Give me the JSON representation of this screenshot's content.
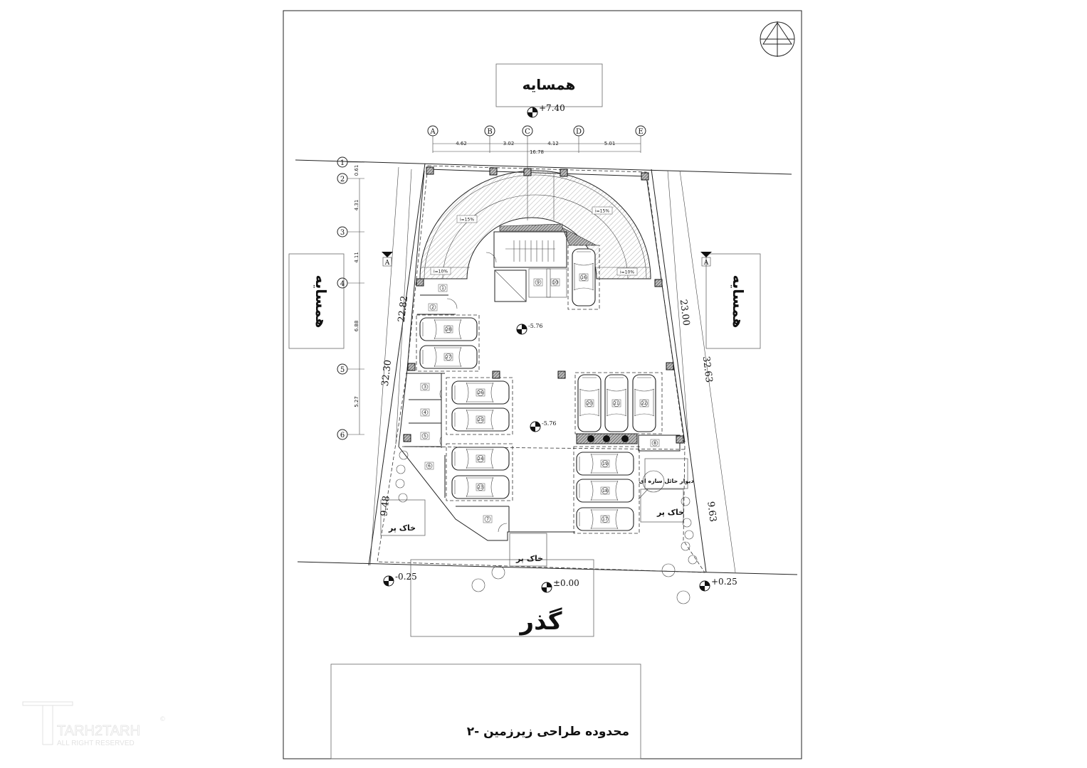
{
  "drawing": {
    "neighbor_label": "همسایه",
    "street_label": "گذر",
    "title": "محدوده طراحی زیرزمین -۲",
    "retaining_wall_label": "دیوار حائل سازه ای",
    "fill_soil_label": "خاک پر",
    "section_marker": "A"
  },
  "levels": {
    "top": "+7.40",
    "basement_1": "-5.76",
    "basement_2": "-5.76",
    "street": "±0.00",
    "left": "-0.25",
    "right": "+0.25"
  },
  "grid": {
    "columns": [
      "A",
      "B",
      "C",
      "D",
      "E"
    ],
    "column_spacings": [
      "4.62",
      "3.02",
      "4.12",
      "5.01"
    ],
    "column_total": "16.78",
    "rows": [
      "1",
      "2",
      "3",
      "4",
      "5",
      "6"
    ],
    "row_spacings": [
      "0.61",
      "4.31",
      "4.11",
      "6.88",
      "5.27"
    ]
  },
  "site_dimensions": {
    "left_total": "32.30",
    "left_building": "22.82",
    "left_front": "9.48",
    "right_building": "23.00",
    "right_total": "32.63",
    "right_front": "9.63"
  },
  "ramp_slopes": [
    "i=15%",
    "i=15%",
    "i=10%",
    "i=10%"
  ],
  "parking_numbers": [
    "16",
    "17",
    "18",
    "19",
    "20",
    "21",
    "22",
    "23",
    "24",
    "25",
    "26",
    "27",
    "28"
  ],
  "storage_numbers": [
    "1",
    "2",
    "3",
    "4",
    "5",
    "6",
    "7",
    "8",
    "9",
    "10"
  ],
  "watermark": {
    "brand": "TARH2TARH",
    "subtitle": "ALL RIGHT RESERVED"
  }
}
